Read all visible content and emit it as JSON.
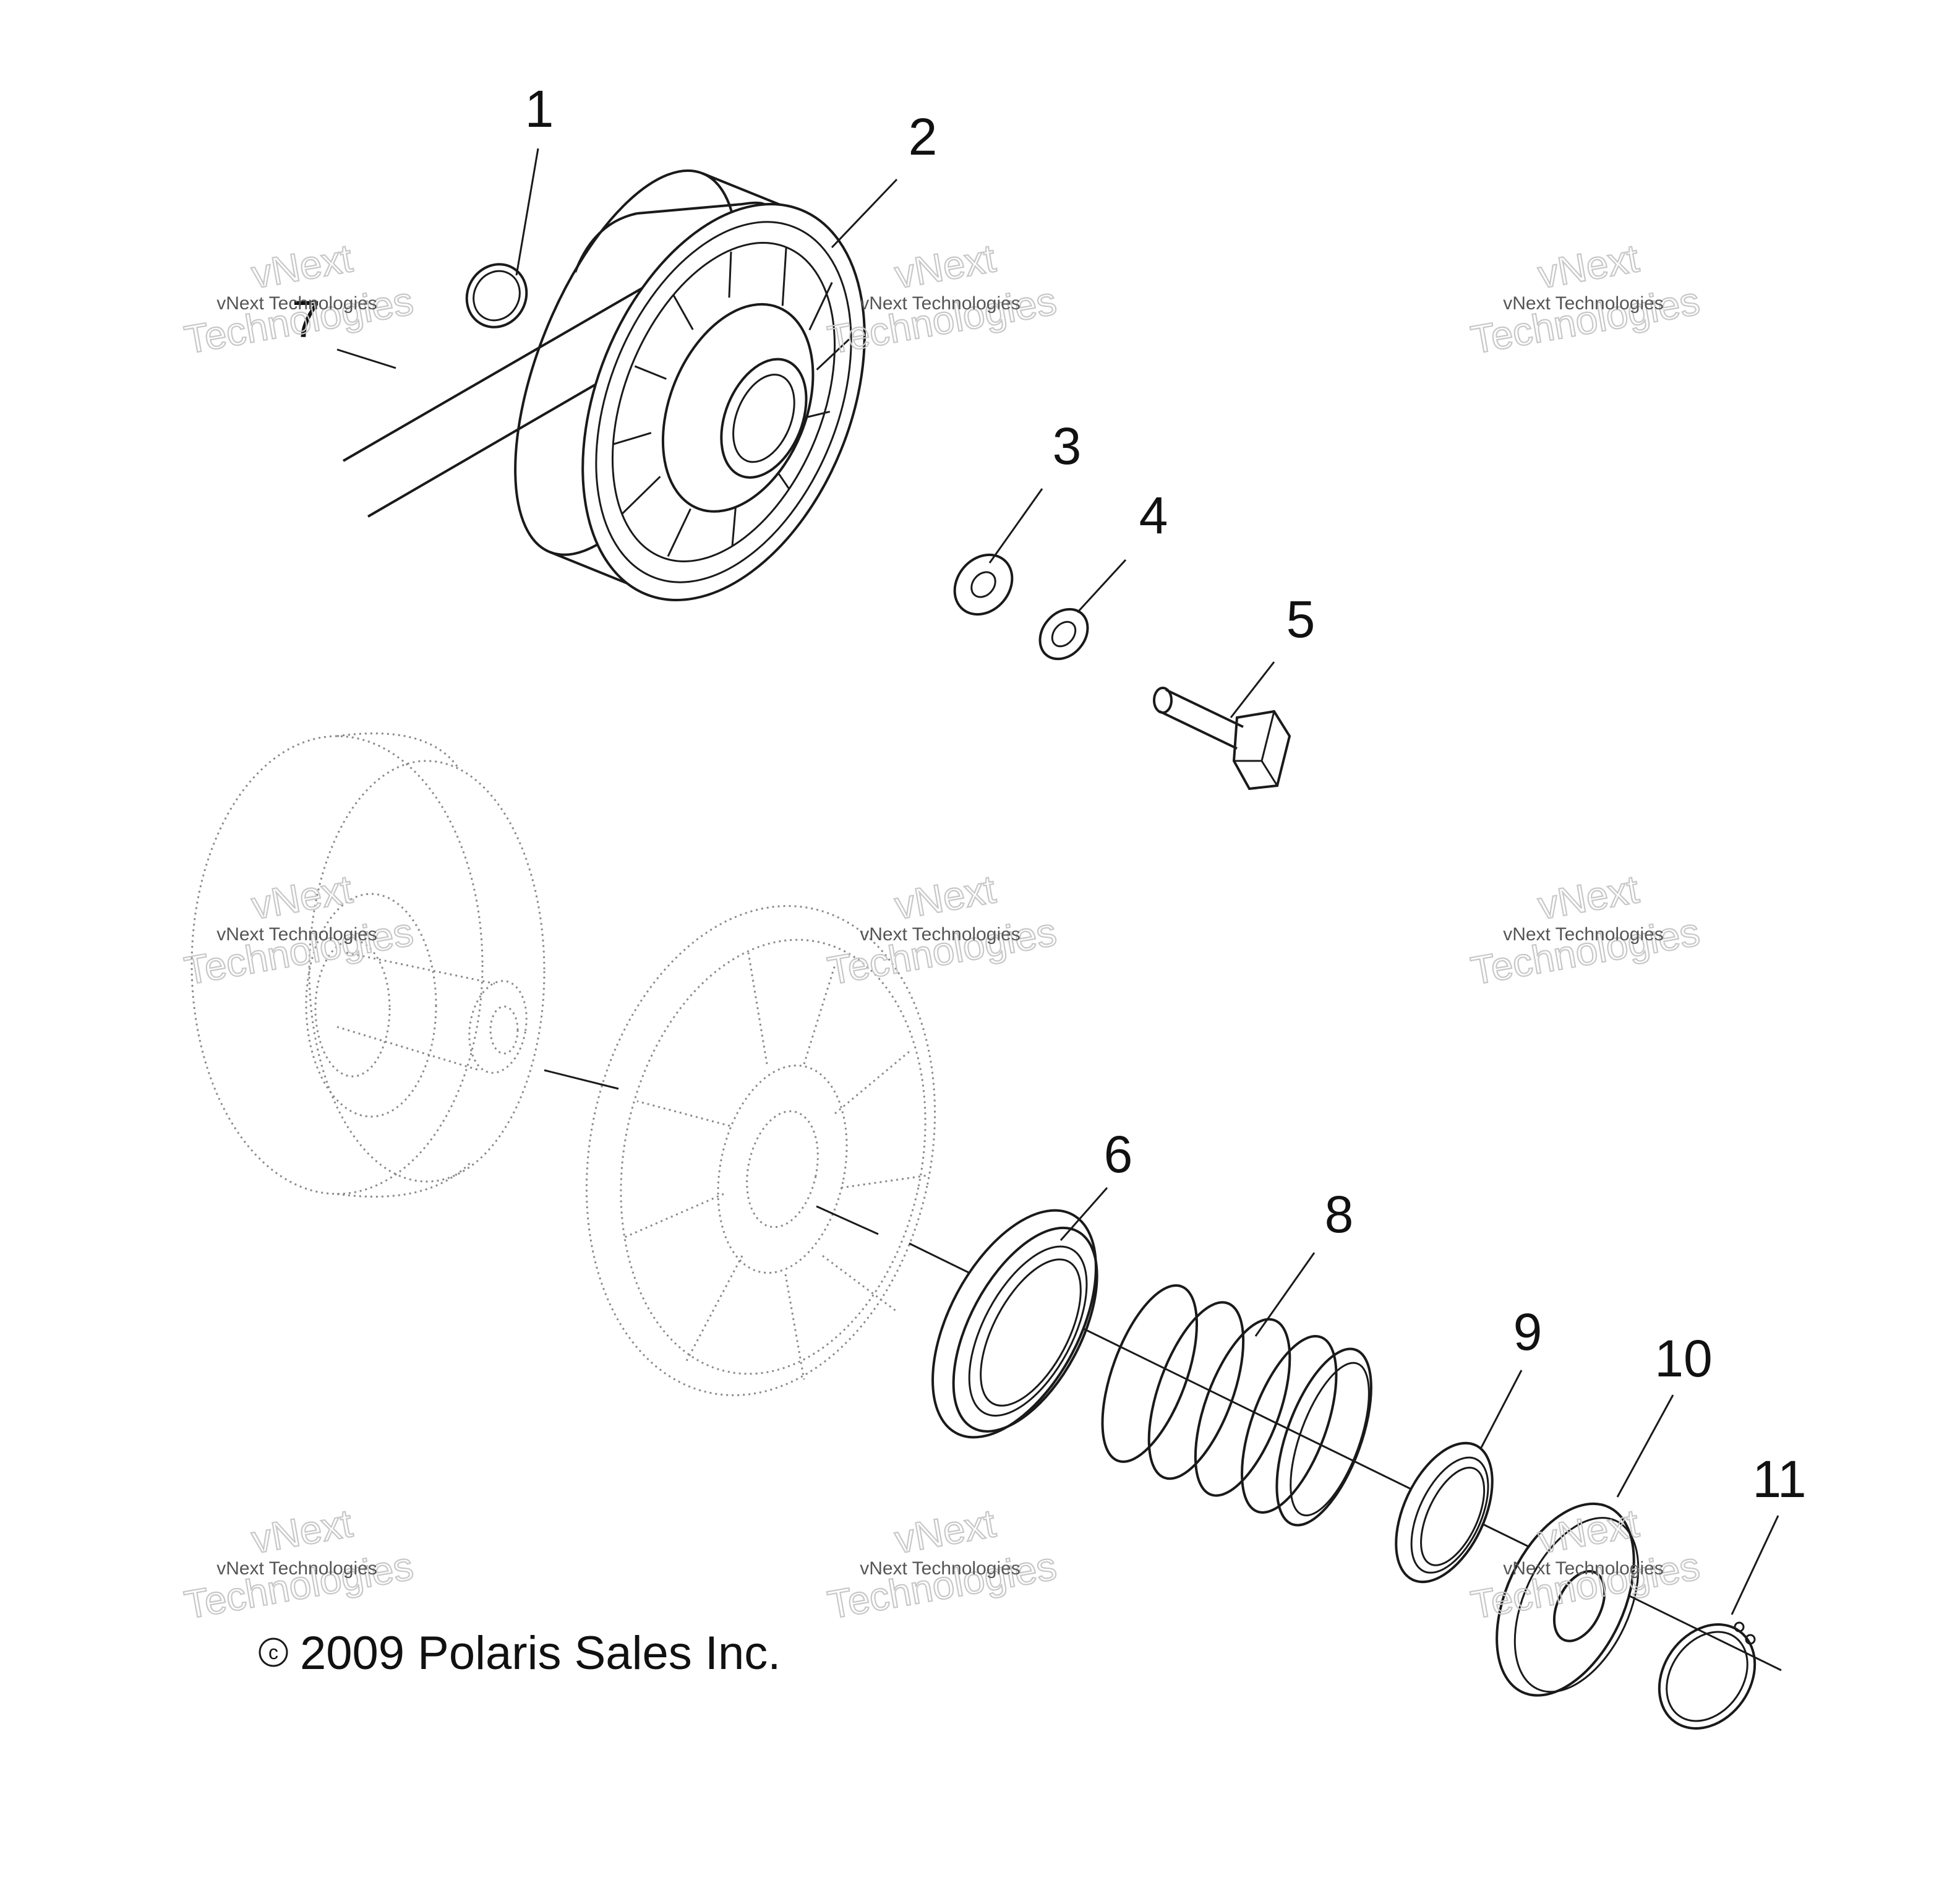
{
  "callouts": {
    "c1": "1",
    "c2": "2",
    "c3": "3",
    "c4": "4",
    "c5": "5",
    "c6": "6",
    "c7": "7",
    "c8": "8",
    "c9": "9",
    "c10": "10",
    "c11": "11"
  },
  "copyright": "2009 Polaris Sales Inc.",
  "copyright_symbol": "c",
  "watermark": {
    "brand": "vNext",
    "word": "Technologies",
    "small": "vNext Technologies"
  }
}
